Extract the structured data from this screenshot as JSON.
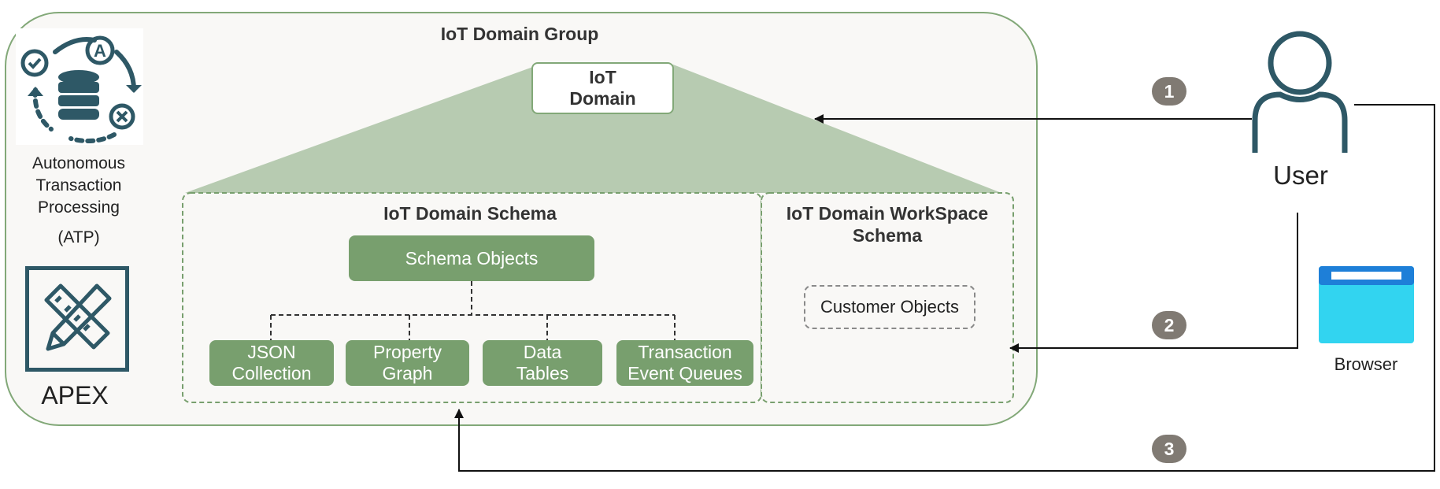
{
  "group": {
    "title": "IoT Domain Group"
  },
  "domain": {
    "label_line1": "IoT",
    "label_line2": "Domain"
  },
  "atp": {
    "line1": "Autonomous",
    "line2": "Transaction",
    "line3": "Processing",
    "line4": "(ATP)",
    "icon": "database-cycle-icon"
  },
  "apex": {
    "label": "APEX",
    "icon": "pencil-ruler-icon"
  },
  "schema": {
    "title": "IoT Domain Schema",
    "objects_label": "Schema Objects",
    "children": [
      {
        "line1": "JSON",
        "line2": "Collection"
      },
      {
        "line1": "Property",
        "line2": "Graph"
      },
      {
        "line1": "Data",
        "line2": "Tables"
      },
      {
        "line1": "Transaction",
        "line2": "Event Queues"
      }
    ]
  },
  "workspace": {
    "title_line1": "IoT Domain WorkSpace",
    "title_line2": "Schema",
    "objects_label": "Customer Objects"
  },
  "user": {
    "label": "User",
    "icon": "user-icon"
  },
  "browser": {
    "label": "Browser",
    "icon": "browser-window-icon"
  },
  "steps": [
    "1",
    "2",
    "3"
  ],
  "colors": {
    "green": "#789f6e",
    "light_green": "#b7cbb1",
    "group_border": "#82a878",
    "arrow": "#111111",
    "user_icon": "#2e5866",
    "browser": "#32d4f0",
    "badge": "#807a73"
  }
}
